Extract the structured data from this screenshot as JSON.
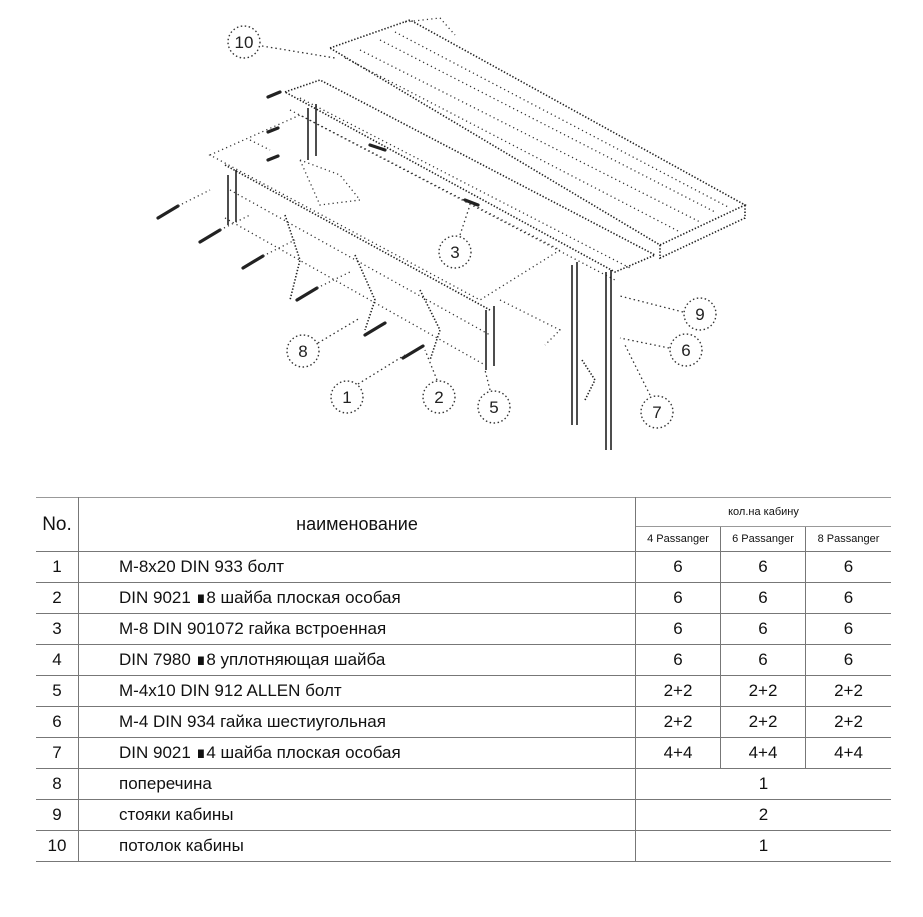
{
  "drawing": {
    "callouts": [
      "10",
      "3",
      "9",
      "6",
      "8",
      "1",
      "2",
      "5",
      "7"
    ]
  },
  "table": {
    "headers": {
      "no": "No.",
      "name": "наименование",
      "qty_group": "кол.на кабину",
      "sub": [
        "4 Passanger",
        "6 Passanger",
        "8 Passanger"
      ]
    },
    "rows": [
      {
        "no": "1",
        "name": "M-8x20 DIN 933 болт",
        "q": [
          "6",
          "6",
          "6"
        ]
      },
      {
        "no": "2",
        "name": "DIN 9021 ∎8 шайба плоская особая",
        "q": [
          "6",
          "6",
          "6"
        ]
      },
      {
        "no": "3",
        "name": "M-8 DIN 901072 гайка встроенная",
        "q": [
          "6",
          "6",
          "6"
        ]
      },
      {
        "no": "4",
        "name": "DIN 7980 ∎8 уплотняющая шайба",
        "q": [
          "6",
          "6",
          "6"
        ]
      },
      {
        "no": "5",
        "name": "M-4x10 DIN 912 ALLEN болт",
        "q": [
          "2+2",
          "2+2",
          "2+2"
        ]
      },
      {
        "no": "6",
        "name": "M-4 DIN 934 гайка шестиугольная",
        "q": [
          "2+2",
          "2+2",
          "2+2"
        ]
      },
      {
        "no": "7",
        "name": "DIN 9021 ∎4 шайба плоская особая",
        "q": [
          "4+4",
          "4+4",
          "4+4"
        ]
      },
      {
        "no": "8",
        "name": "поперечина",
        "total": "1"
      },
      {
        "no": "9",
        "name": "стояки кабины",
        "total": "2"
      },
      {
        "no": "10",
        "name": "потолок кабины",
        "total": "1"
      }
    ]
  }
}
